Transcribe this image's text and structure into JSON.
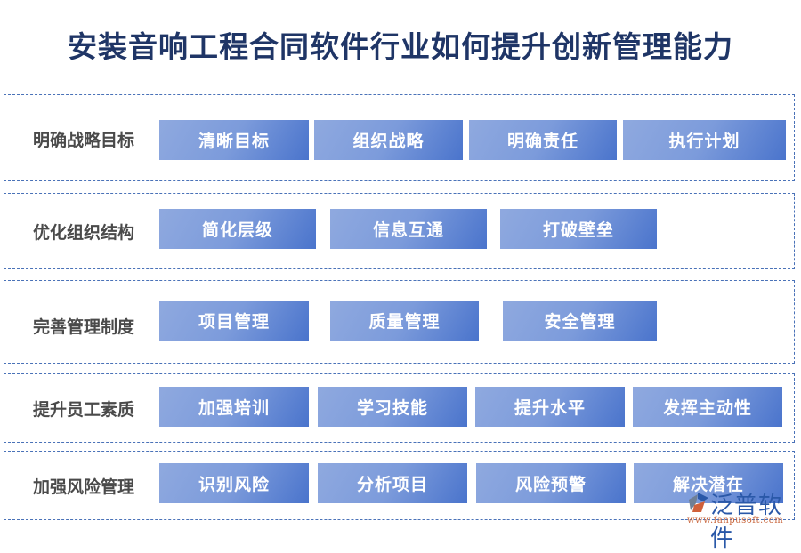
{
  "title": "安装音响工程合同软件行业如何提升创新管理能力",
  "rows": [
    {
      "label": "明确战略目标",
      "items": [
        "清晰目标",
        "组织战略",
        "明确责任",
        "执行计划"
      ]
    },
    {
      "label": "优化组织结构",
      "items": [
        "简化层级",
        "信息互通",
        "打破壁垒"
      ]
    },
    {
      "label": "完善管理制度",
      "items": [
        "项目管理",
        "质量管理",
        "安全管理"
      ]
    },
    {
      "label": "提升员工素质",
      "items": [
        "加强培训",
        "学习技能",
        "提升水平",
        "发挥主动性"
      ]
    },
    {
      "label": "加强风险管理",
      "items": [
        "识别风险",
        "分析项目",
        "风险预警",
        "解决潜在"
      ]
    }
  ],
  "watermark": {
    "brand": "泛普软件",
    "url": "www.fanpusoft.com"
  },
  "colors": {
    "title": "#1f3566",
    "border": "#4a72b8",
    "button_start": "#8fa9df",
    "button_end": "#4a74cc",
    "label": "#4a4a4a"
  }
}
